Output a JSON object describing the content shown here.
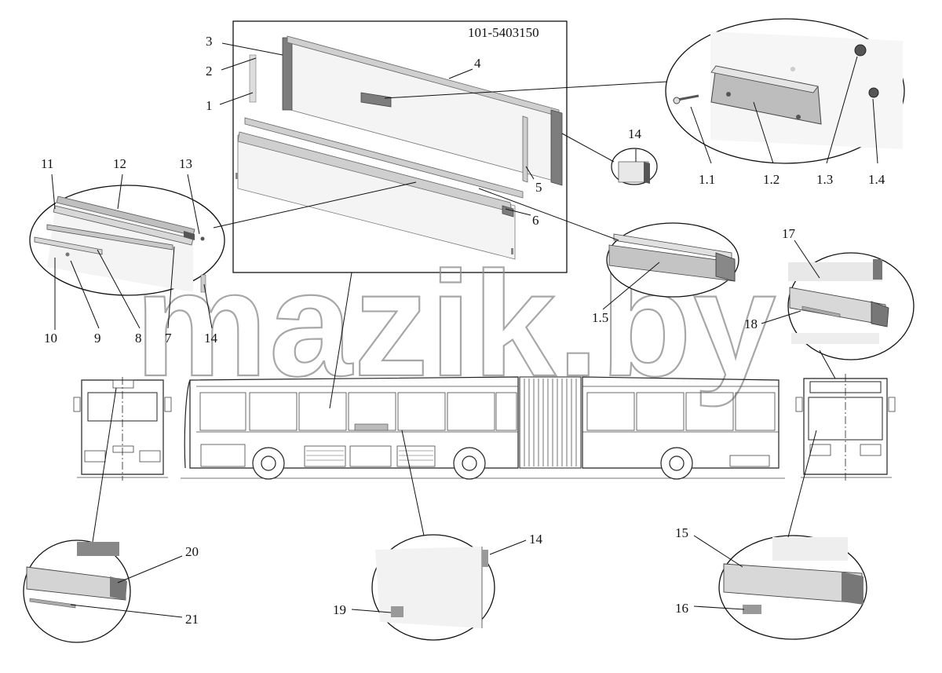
{
  "drawing": {
    "part_code": "101-5403150",
    "watermark": "mazik.by"
  },
  "callouts": {
    "c1": "1",
    "c2": "2",
    "c3": "3",
    "c4": "4",
    "c5": "5",
    "c6": "6",
    "c7": "7",
    "c8": "8",
    "c9": "9",
    "c10": "10",
    "c11": "11",
    "c12": "12",
    "c13": "13",
    "c14a": "14",
    "c14b": "14",
    "c14c": "14",
    "c15": "15",
    "c16": "16",
    "c17": "17",
    "c18": "18",
    "c19": "19",
    "c20": "20",
    "c21": "21",
    "c1_1": "1.1",
    "c1_2": "1.2",
    "c1_3": "1.3",
    "c1_4": "1.4",
    "c1_5": "1.5"
  }
}
